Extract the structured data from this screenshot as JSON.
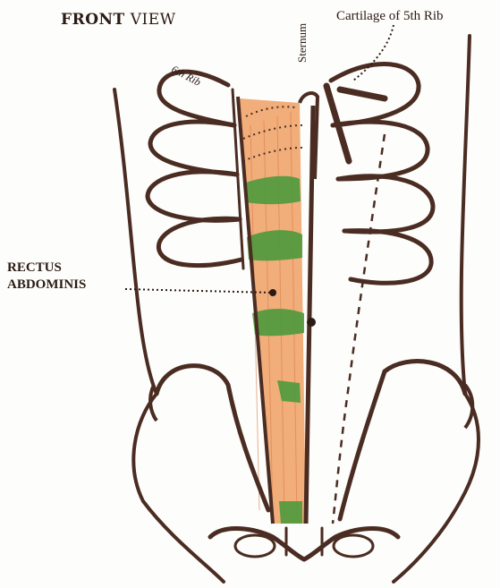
{
  "labels": {
    "front": "FRONT",
    "view": "VIEW",
    "cartilage": "Cartilage of 5th Rib",
    "sternum": "Sternum",
    "sixth_rib": "6th Rib",
    "rectus_line1": "RECTUS",
    "rectus_line2": "ABDOMINIS"
  },
  "colors": {
    "outline": "#4a2c22",
    "muscle": "#f0a46c",
    "tendon": "#4d9a3c",
    "background": "#fdfdfb"
  }
}
